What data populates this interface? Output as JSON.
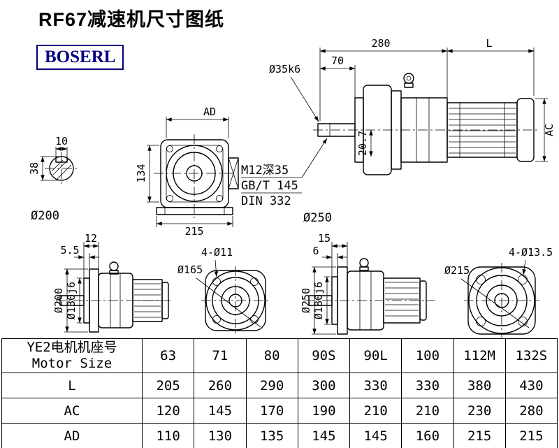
{
  "title": "RF67减速机尺寸图纸",
  "brand": {
    "name": "BOSERL",
    "color": "#000080"
  },
  "drawing": {
    "shaft_section": {
      "dim_width": "10",
      "dim_height": "38"
    },
    "front_view": {
      "dim_ad": "AD",
      "dim_134": "134",
      "dim_215": "215",
      "label_diameter": "Ø200"
    },
    "main_view": {
      "dim_280": "280",
      "dim_l": "L",
      "dim_70": "70",
      "shaft_label": "Ø35k6",
      "dim_ac": "AC",
      "dim_20_7": "20.7",
      "label_diameter": "Ø250",
      "note_thread": "M12深35",
      "note_standard1": "GB/T 145",
      "note_standard2": "DIN 332"
    },
    "side_view_left": {
      "dim_12": "12",
      "dim_5_5": "5.5",
      "dim_od": "Ø200",
      "dim_spigot": "Ø130j6"
    },
    "flange_left": {
      "label_holes": "4-Ø11",
      "label_bolt_circle": "Ø165"
    },
    "side_view_mid": {
      "dim_15": "15",
      "dim_6": "6",
      "dim_od": "Ø250",
      "dim_spigot": "Ø180j6"
    },
    "flange_right": {
      "label_holes": "4-Ø13.5",
      "label_bolt_circle": "Ø215"
    }
  },
  "table": {
    "header_cn": "YE2电机机座号",
    "header_en": "Motor Size",
    "sizes": [
      "63",
      "71",
      "80",
      "90S",
      "90L",
      "100",
      "112M",
      "132S"
    ],
    "rows": [
      {
        "label": "L",
        "values": [
          "205",
          "260",
          "290",
          "300",
          "330",
          "330",
          "380",
          "430"
        ]
      },
      {
        "label": "AC",
        "values": [
          "120",
          "145",
          "170",
          "190",
          "210",
          "210",
          "230",
          "280"
        ]
      },
      {
        "label": "AD",
        "values": [
          "110",
          "130",
          "135",
          "145",
          "145",
          "160",
          "215",
          "215"
        ]
      }
    ]
  }
}
